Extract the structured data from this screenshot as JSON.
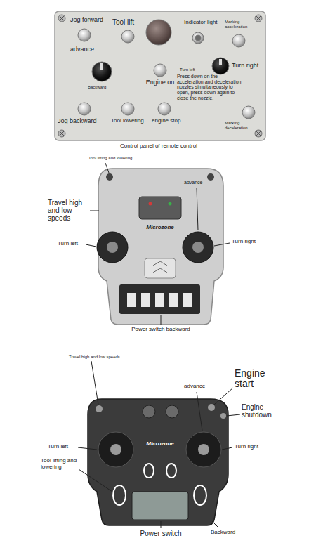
{
  "diagram": {
    "caption": "Control panel of remote control",
    "labels": [
      "Jog forward",
      "Tool lift",
      "Indicator light",
      "Marking acceleration",
      "advance",
      "Turn left",
      "Turn right",
      "Backward",
      "Engine on",
      "Press down on the acceleration and deceleration nozzles simultaneously to open, press down again to close the nozzle.",
      "Jog backward",
      "Tool lowering",
      "engine stop",
      "Marking deceleration",
      "Tool lifting and lowering",
      "advance",
      "Travel high and low speeds",
      "Turn left",
      "Turn right",
      "Power switch backward",
      "Microzone",
      "Travel high and low speeds",
      "advance",
      "Engine start",
      "Engine shutdown",
      "Turn left",
      "Turn right",
      "Tool lifting and lowering",
      "Power switch",
      "Backward",
      "Microzone"
    ]
  }
}
